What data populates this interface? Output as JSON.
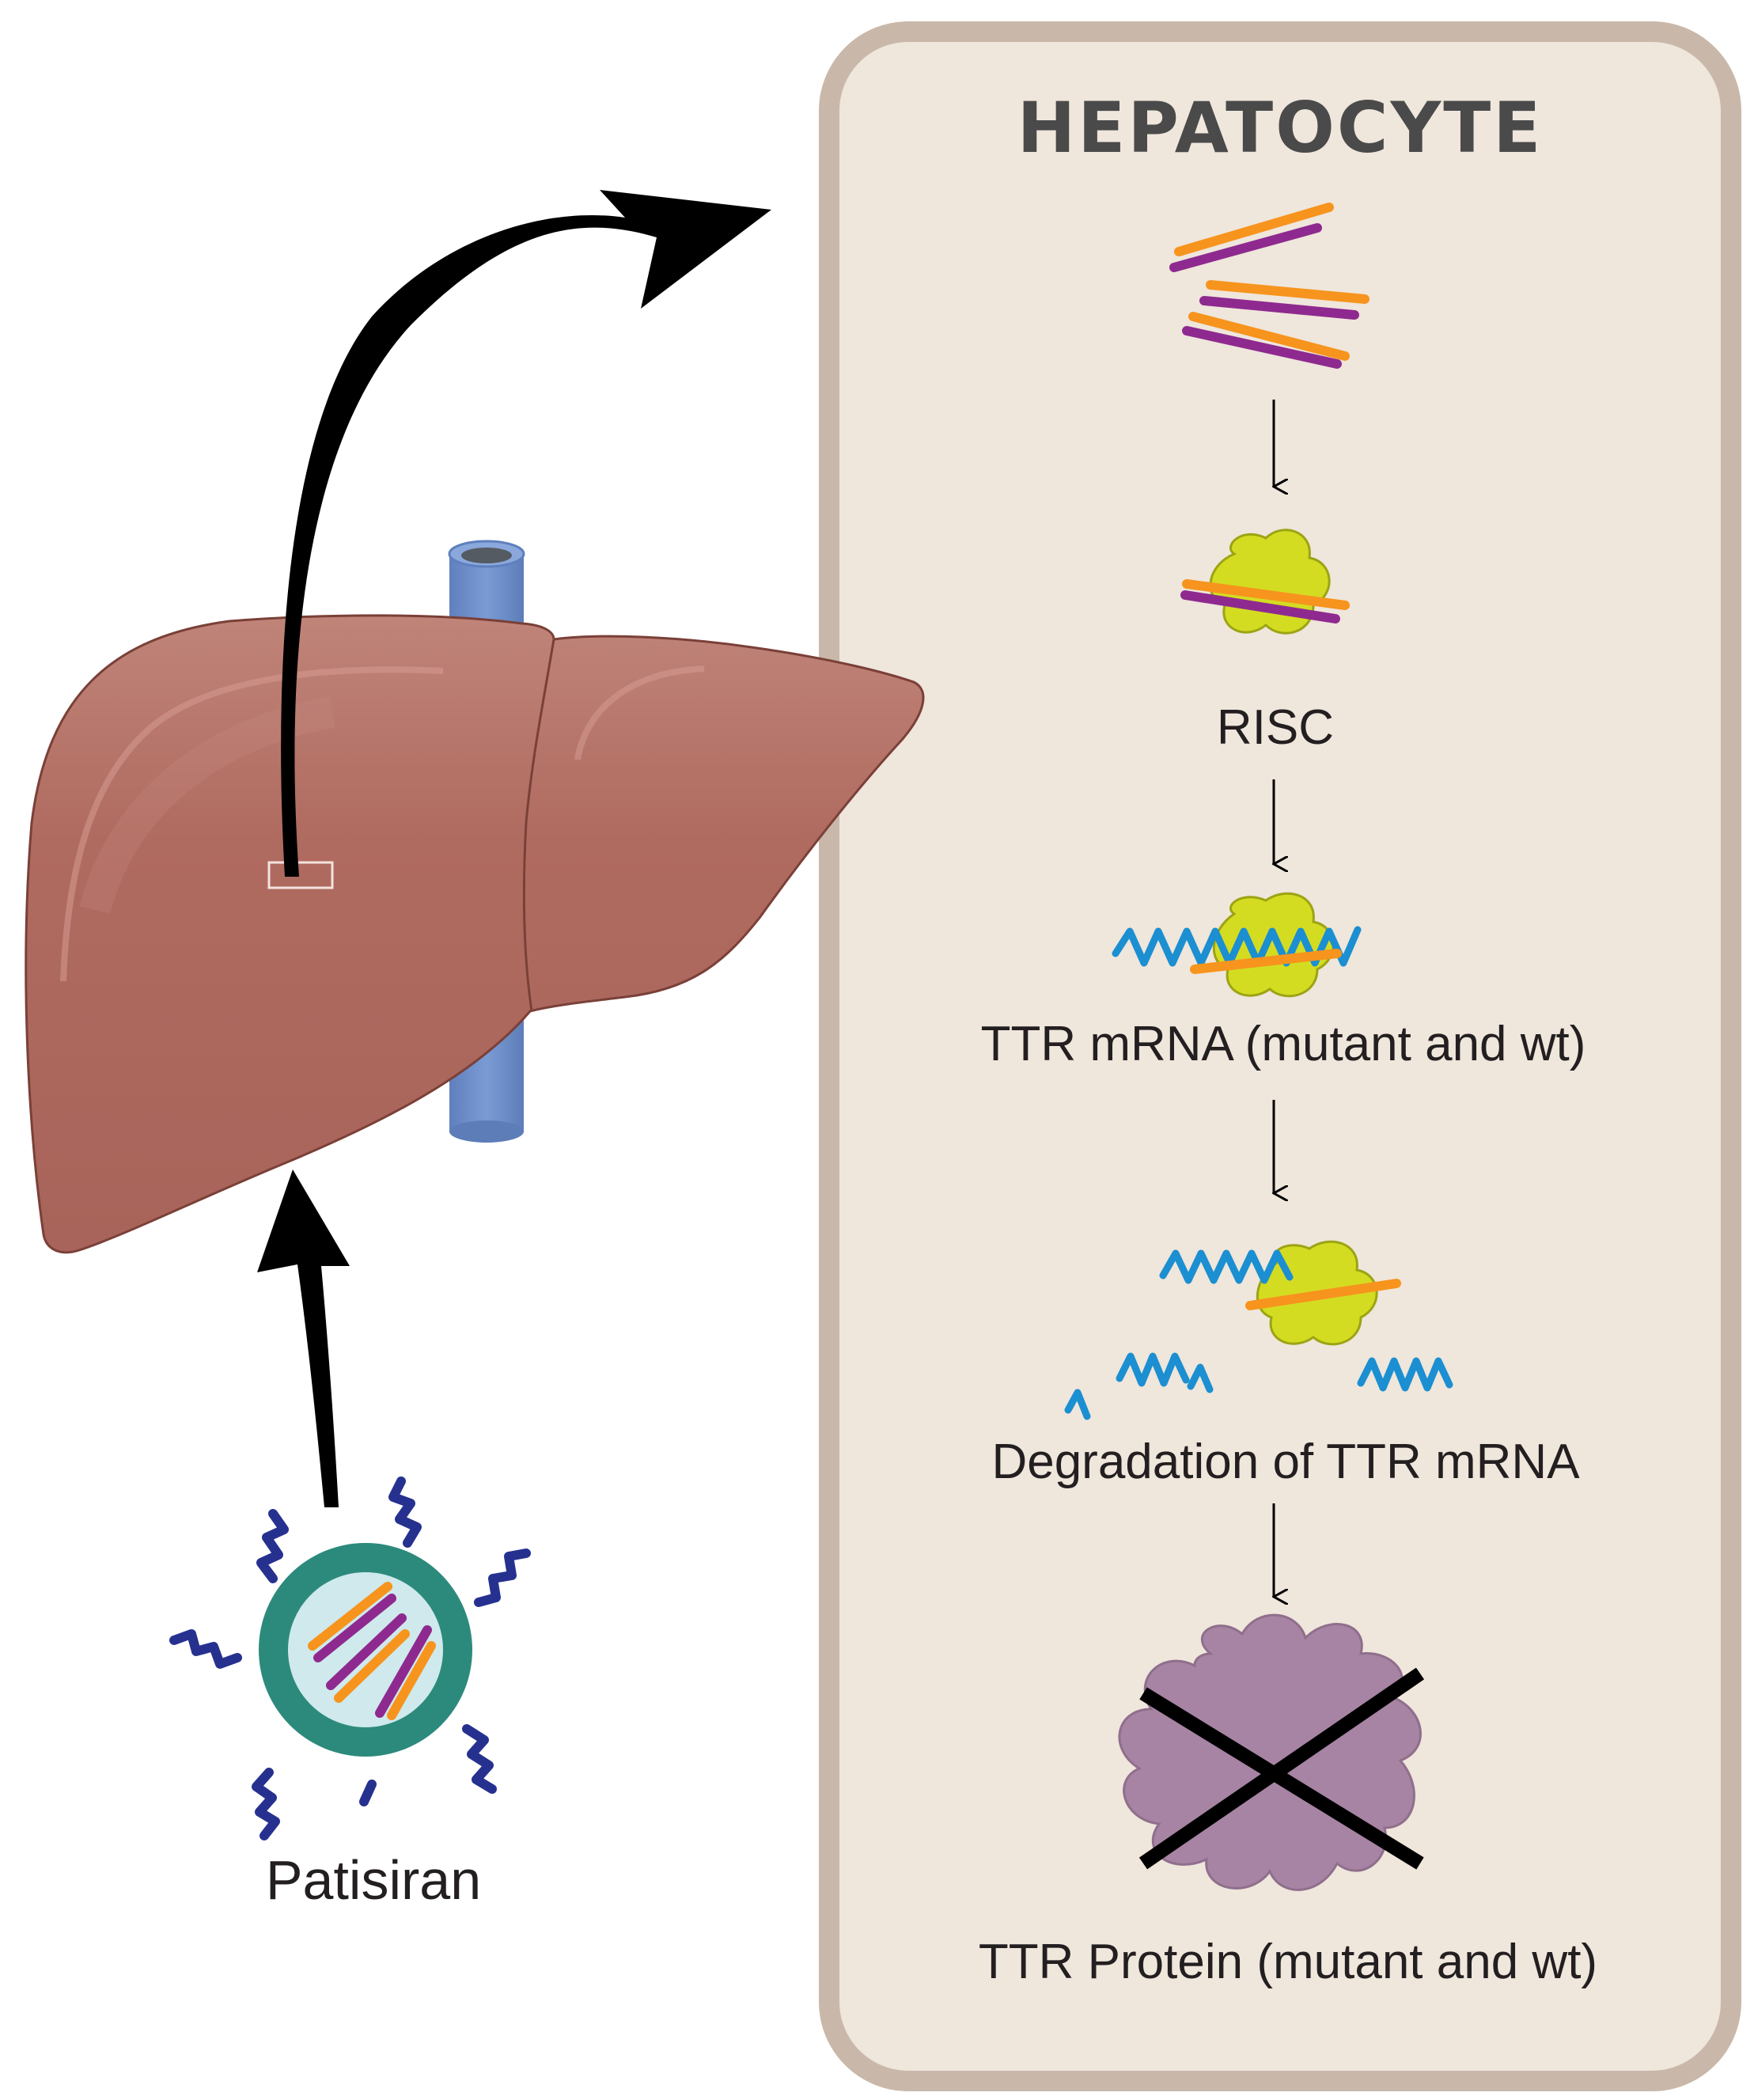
{
  "panel": {
    "title": "HEPATOCYTE",
    "background": "#efe6dc",
    "border": "#c9b8a9"
  },
  "labels": {
    "risc": "RISC",
    "ttr_mrna": "TTR mRNA (mutant and wt)",
    "degradation": "Degradation of TTR mRNA",
    "ttr_protein": "TTR Protein (mutant and wt)",
    "drug": "Patisiran"
  },
  "colors": {
    "sirna_orange": "#f7941d",
    "sirna_purple": "#8e2a8f",
    "risc_green": "#d4dc22",
    "mrna_blue": "#1b8fd1",
    "liver": "#b06b60",
    "vein": "#6f91cc",
    "nanoparticle_ring": "#2c8a7c",
    "nanoparticle_core": "#cfe9ec",
    "peg_chain": "#26318f",
    "protein": "#a784a4",
    "arrow": "#000000"
  }
}
